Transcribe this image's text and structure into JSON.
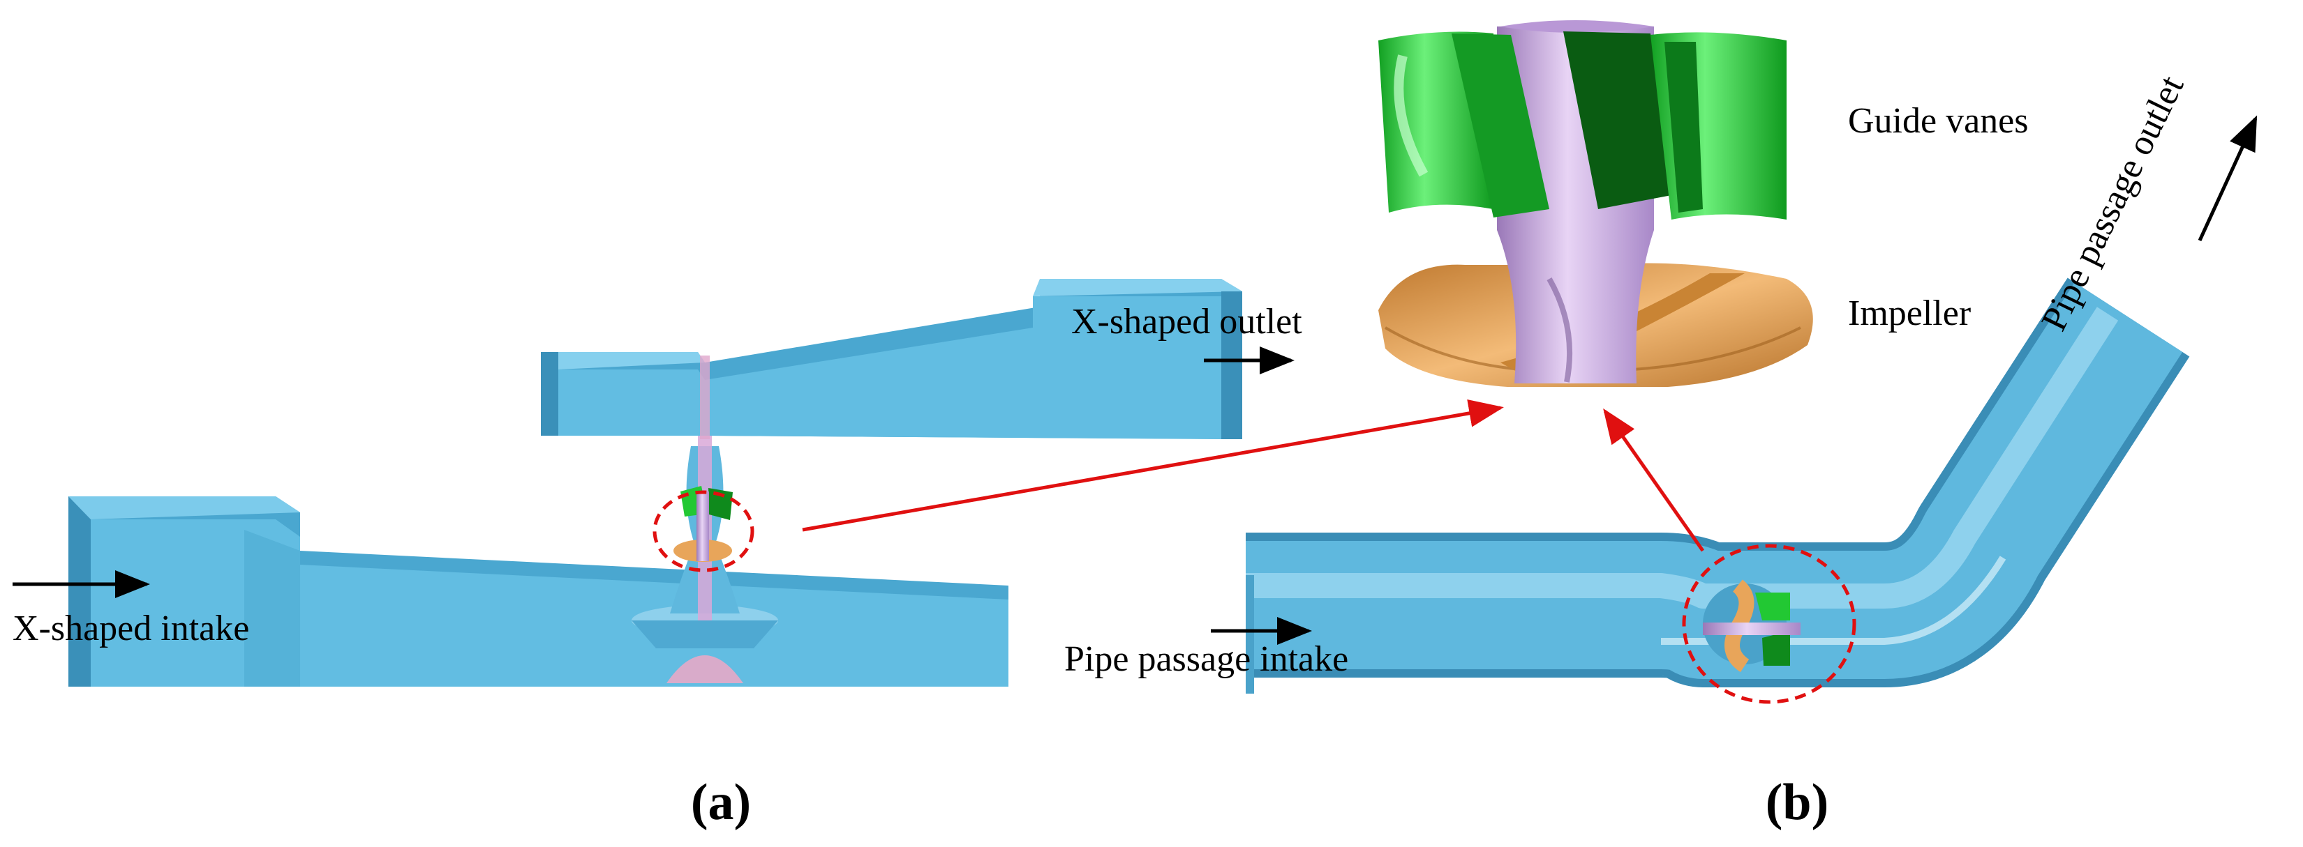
{
  "labels": {
    "x_shaped_intake": "X-shaped intake",
    "x_shaped_outlet": "X-shaped outlet",
    "guide_vanes": "Guide vanes",
    "impeller": "Impeller",
    "pipe_passage_intake": "Pipe passage intake",
    "pipe_passage_outlet": "Pipe passage outlet"
  },
  "captions": {
    "a": "(a)",
    "b": "(b)"
  },
  "colors": {
    "passage": "#5cb8dc",
    "passage_dark": "#3d97bf",
    "hub": "#c8a8e0",
    "guide_vane": "#22c833",
    "impeller": "#e8a55a",
    "callout": "#e01010",
    "arrow": "#000000"
  }
}
